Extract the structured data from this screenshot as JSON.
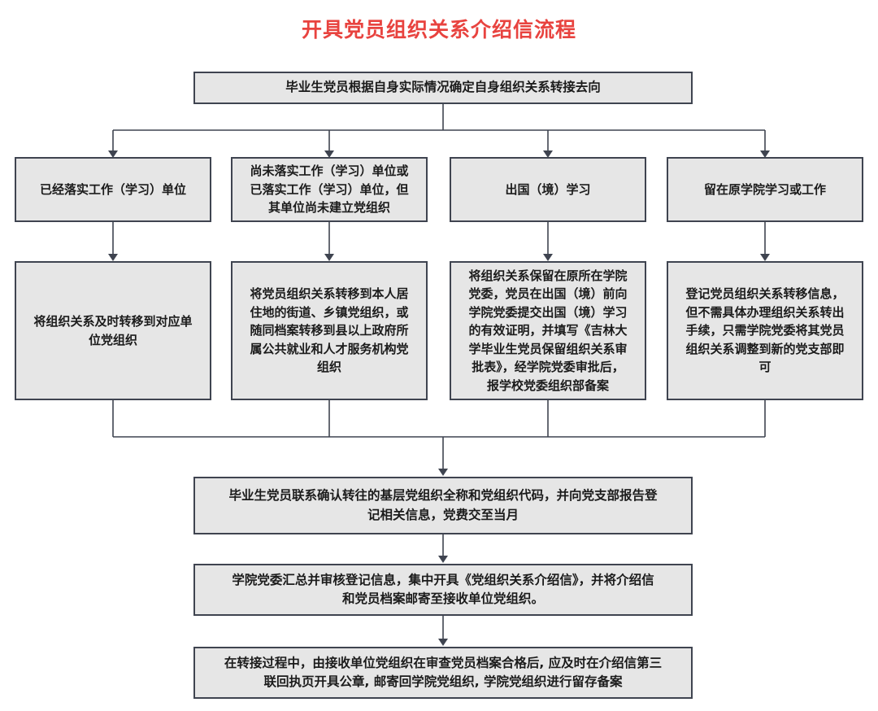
{
  "title": "开具党员组织关系介绍信流程",
  "title_color": "#e8433f",
  "theme": {
    "node_fill": "#e6e6e6",
    "node_border": "#3f4450",
    "connector_color": "#3f4450",
    "text_color": "#1b1b1b",
    "background": "#ffffff"
  },
  "nodes": {
    "start": "毕业生党员根据自身实际情况确定自身组织关系转接去向",
    "branch_1_condition": "已经落实工作（学习）单位",
    "branch_2_condition": "尚未落实工作（学习）单位或\n已落实工作（学习）单位，但\n其单位尚未建立党组织",
    "branch_3_condition": "出国（境）学习",
    "branch_4_condition": "留在原学院学习或工作",
    "branch_1_action": "将组织关系及时转移到对应单\n位党组织",
    "branch_2_action": "将党员组织关系转移到本人居\n住地的街道、乡镇党组织，或\n随同档案转移到县以上政府所\n属公共就业和人才服务机构党\n组织",
    "branch_3_action": "将组织关系保留在原所在学院\n党委，党员在出国（境）前向\n学院党委提交出国（境）学习\n的有效证明，并填写《吉林大\n学毕业生党员保留组织关系审\n批表》，经学院党委审批后，\n报学校党委组织部备案",
    "branch_4_action": "登记党员组织关系转移信息，\n但不需具体办理组织关系转出\n手续，只需学院党委将其党员\n组织关系调整到新的党支部即\n可",
    "merge_step_1": "毕业生党员联系确认转往的基层党组织全称和党组织代码，并向党支部报告登\n记相关信息，党费交至当月",
    "merge_step_2": "学院党委汇总并审核登记信息，集中开具《党组织关系介绍信》，并将介绍信\n和党员档案邮寄至接收单位党组织。",
    "merge_step_3": "在转接过程中，由接收单位党组织在审查党员档案合格后, 应及时在介绍信第三\n联回执页开具公章, 邮寄回学院党组织, 学院党组织进行留存备案"
  },
  "chart_data": {
    "type": "diagram",
    "diagram_kind": "flowchart",
    "title": "开具党员组织关系介绍信流程",
    "orientation": "top-to-bottom",
    "levels": [
      {
        "level": 0,
        "name": "start",
        "items": [
          "毕业生党员根据自身实际情况确定自身组织关系转接去向"
        ]
      },
      {
        "level": 1,
        "name": "conditions",
        "items": [
          "已经落实工作（学习）单位",
          "尚未落实工作（学习）单位或已落实工作（学习）单位，但其单位尚未建立党组织",
          "出国（境）学习",
          "留在原学院学习或工作"
        ]
      },
      {
        "level": 2,
        "name": "actions",
        "items": [
          "将组织关系及时转移到对应单位党组织",
          "将党员组织关系转移到本人居住地的街道、乡镇党组织，或随同档案转移到县以上政府所属公共就业和人才服务机构党组织",
          "将组织关系保留在原所在学院党委，党员在出国（境）前向学院党委提交出国（境）学习的有效证明，并填写《吉林大学毕业生党员保留组织关系审批表》，经学院党委审批后，报学校党委组织部备案",
          "登记党员组织关系转移信息，但不需具体办理组织关系转出手续，只需学院党委将其党员组织关系调整到新的党支部即可"
        ]
      },
      {
        "level": 3,
        "name": "merge-steps",
        "items": [
          "毕业生党员联系确认转往的基层党组织全称和党组织代码，并向党支部报告登记相关信息，党费交至当月",
          "学院党委汇总并审核登记信息，集中开具《党组织关系介绍信》，并将介绍信和党员档案邮寄至接收单位党组织。",
          "在转接过程中，由接收单位党组织在审查党员档案合格后, 应及时在介绍信第三联回执页开具公章, 邮寄回学院党组织, 学院党组织进行留存备案"
        ]
      }
    ],
    "edges": [
      {
        "from": "start",
        "to": "branch_1_condition"
      },
      {
        "from": "start",
        "to": "branch_2_condition"
      },
      {
        "from": "start",
        "to": "branch_3_condition"
      },
      {
        "from": "start",
        "to": "branch_4_condition"
      },
      {
        "from": "branch_1_condition",
        "to": "branch_1_action"
      },
      {
        "from": "branch_2_condition",
        "to": "branch_2_action"
      },
      {
        "from": "branch_3_condition",
        "to": "branch_3_action"
      },
      {
        "from": "branch_4_condition",
        "to": "branch_4_action"
      },
      {
        "from": "branch_1_action",
        "to": "merge_step_1"
      },
      {
        "from": "branch_2_action",
        "to": "merge_step_1"
      },
      {
        "from": "branch_3_action",
        "to": "merge_step_1"
      },
      {
        "from": "branch_4_action",
        "to": "merge_step_1"
      },
      {
        "from": "merge_step_1",
        "to": "merge_step_2"
      },
      {
        "from": "merge_step_2",
        "to": "merge_step_3"
      }
    ]
  }
}
